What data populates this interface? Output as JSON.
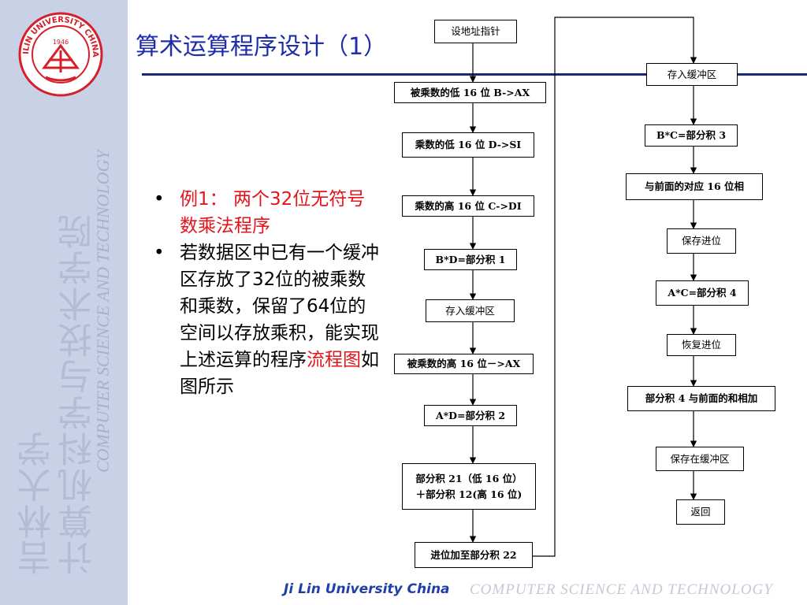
{
  "sidebar": {
    "emblem_top": "JILIN UNIVERSITY CHINA",
    "emblem_year": "1946",
    "vertical_cn_line1": "吉林大学",
    "vertical_cn_line2": "计算机科学与技术学院",
    "vertical_en": "COMPUTER SCIENCE AND TECHNOLOGY"
  },
  "slide": {
    "title": "算术运算程序设计（1）",
    "bullet1_prefix": "例1：",
    "bullet1_text": " 两个32位无符号数乘法程序",
    "bullet2_text": "若数据区中已有一个缓冲区存放了32位的被乘数和乘数，保留了64位的空间以存放乘积，能实现上述运算的程序",
    "bullet2_highlight": "流程图",
    "bullet2_suffix": "如图所示"
  },
  "flowchart": {
    "left": [
      "设地址指针",
      "被乘数的低 16 位 B->AX",
      "乘数的低 16 位 D->SI",
      "乘数的高 16 位 C->DI",
      "B*D=部分积 1",
      "存入缓冲区",
      "被乘数的高 16 位－>AX",
      "A*D=部分积 2",
      "部分积 21（低 16 位）",
      "＋部分积 12(高 16 位)",
      "进位加至部分积 22"
    ],
    "right": [
      "存入缓冲区",
      "B*C=部分积 3",
      "与前面的对应  16  位相",
      "保存进位",
      "A*C=部分积 4",
      "恢复进位",
      "部分积 4 与前面的和相加",
      "保存在缓冲区",
      "返回"
    ]
  },
  "footer": {
    "brand": "Ji Lin University China",
    "dept": "COMPUTER   SCIENCE  AND  TECHNOLOGY"
  },
  "colors": {
    "title": "#1f2ea8",
    "highlight": "#e3141b",
    "sidebar": "#c9d1e6",
    "rule": "#1b2a6e"
  }
}
